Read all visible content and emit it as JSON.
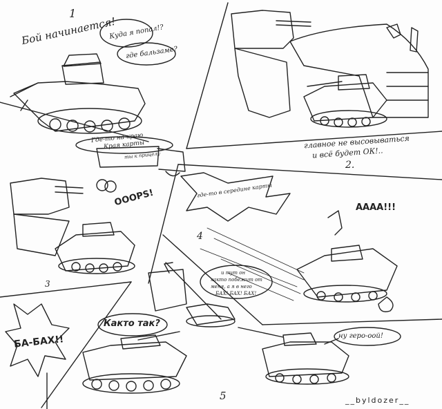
{
  "panels": {
    "p1": {
      "number": "1",
      "shout": "Бой начинается!",
      "bubble_1": "Куда я попал!?",
      "bubble_2": "где бальзаме?"
    },
    "p2": {
      "caption_line1": "главное не высовываться",
      "caption_line2": "и всё будет ОК!..",
      "number": "2."
    },
    "p3": {
      "bubble_line1": "Где-то на краю",
      "bubble_line2": "Края карты",
      "sign": "ты к прицелу",
      "sfx": "OOOPS!",
      "number": "3"
    },
    "p4": {
      "bubble": "где-то в середине карты",
      "scream": "AAAA!!!",
      "number": "4"
    },
    "p5": {
      "bubble_1_line1": "и тут он",
      "bubble_1_line2": "както побежит от",
      "bubble_1_line3": "меня, а я в него",
      "bubble_1_line4": "БАХ! БАХ! БАХ!",
      "question": "Както так?",
      "explosion": "БА-БАХ!!",
      "reply": "ну геро-оой!",
      "number": "5"
    }
  },
  "signature": "__byldozer__"
}
